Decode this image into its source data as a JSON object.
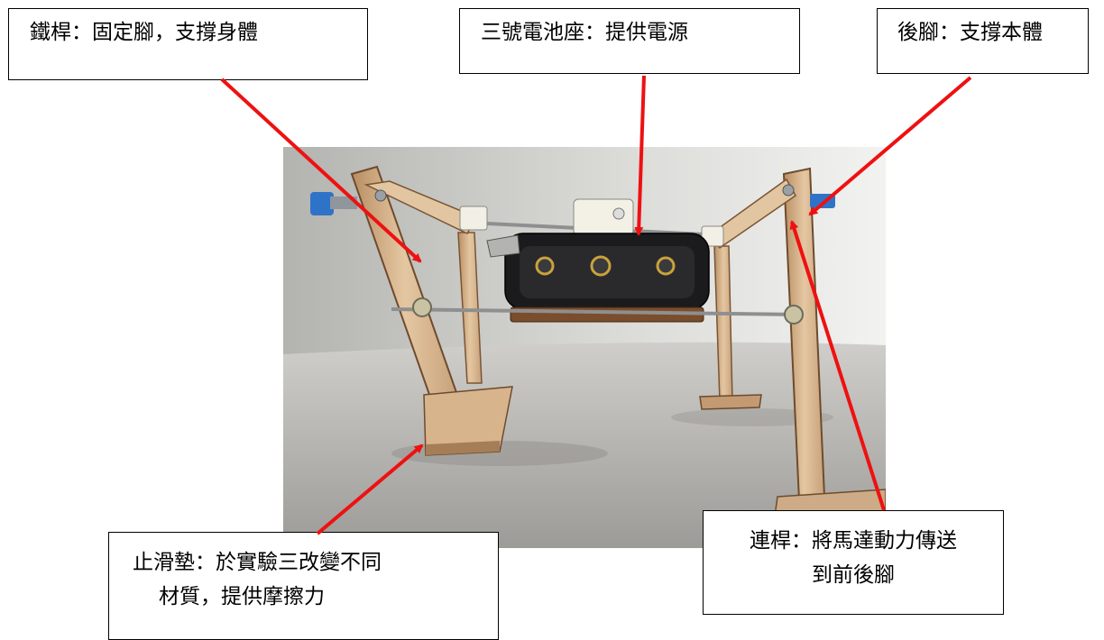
{
  "labels": {
    "iron_rod": "鐵桿：固定腳，支撐身體",
    "battery_holder": "三號電池座：提供電源",
    "rear_leg": "後腳：支撐本體",
    "anti_slip_line1": "止滑墊：於實驗三改變不同",
    "anti_slip_line2": "材質，提供摩擦力",
    "link_rod_line1": "連桿：將馬達動力傳送",
    "link_rod_line2": "到前後腳"
  },
  "colors": {
    "arrow": "#ee1111",
    "label_border": "#000000",
    "background": "#ffffff"
  },
  "photo": {
    "subject": "wooden walking robot with battery holder"
  }
}
